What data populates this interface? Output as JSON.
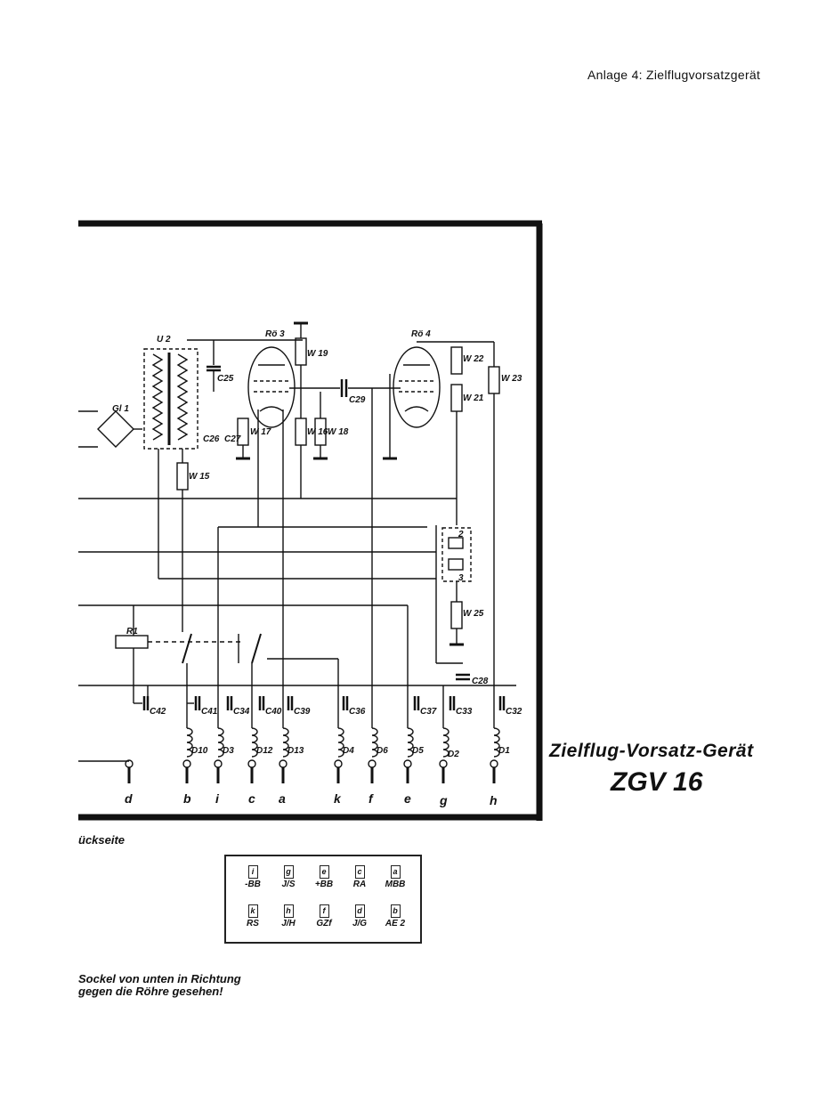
{
  "header": "Anlage 4: Zielflugvorsatzgerät",
  "title_line1": "Zielflug-Vorsatz-Gerät",
  "title_line2": "ZGV 16",
  "rueckseite_label": "ückseite",
  "socket_pins_row1": [
    {
      "letter": "i",
      "name": "-BB"
    },
    {
      "letter": "g",
      "name": "J/S"
    },
    {
      "letter": "e",
      "name": "+BB"
    },
    {
      "letter": "c",
      "name": "RA"
    },
    {
      "letter": "a",
      "name": "MBB"
    }
  ],
  "socket_pins_row2": [
    {
      "letter": "k",
      "name": "RS"
    },
    {
      "letter": "h",
      "name": "J/H"
    },
    {
      "letter": "f",
      "name": "GZf"
    },
    {
      "letter": "d",
      "name": "J/G"
    },
    {
      "letter": "b",
      "name": "AE 2"
    }
  ],
  "note_line1": "Sockel von unten in Richtung",
  "note_line2": "gegen die Röhre gesehen!",
  "components": {
    "u2": "U 2",
    "gl1": "Gl 1",
    "ro3": "Rö 3",
    "ro4": "Rö 4",
    "r1": "R1",
    "w15": "W 15",
    "w16": "W 16",
    "w17": "W 17",
    "w18": "W 18",
    "w19": "W 19",
    "w21": "W 21",
    "w22": "W 22",
    "w23": "W 23",
    "w25": "W 25",
    "c25": "C25",
    "c26": "C26",
    "c27": "C27",
    "c28": "C28",
    "c29": "C29",
    "c32": "C32",
    "c33": "C33",
    "c34": "C34",
    "c36": "C36",
    "c37": "C37",
    "c39": "C39",
    "c40": "C40",
    "c41": "C41",
    "c42": "C42",
    "d1": "D1",
    "d2": "D2",
    "d3": "D3",
    "d4": "D4",
    "d5": "D5",
    "d6": "D6",
    "d10": "D10",
    "d12": "D12",
    "d13": "D13",
    "relay_contact_2": "2",
    "relay_contact_3": "3"
  },
  "terminals": [
    "d",
    "b",
    "i",
    "c",
    "a",
    "k",
    "f",
    "e",
    "g",
    "h"
  ]
}
